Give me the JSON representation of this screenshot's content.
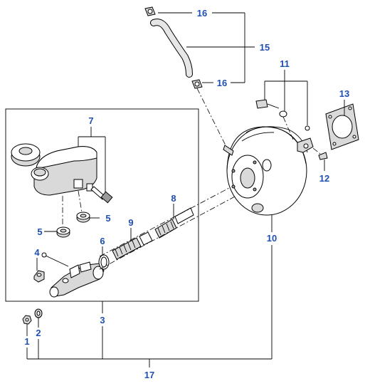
{
  "labels": {
    "n1": "1",
    "n2": "2",
    "n3": "3",
    "n4": "4",
    "n5a": "5",
    "n5b": "5",
    "n6": "6",
    "n7": "7",
    "n8": "8",
    "n9": "9",
    "n10": "10",
    "n11": "11",
    "n12": "12",
    "n13": "13",
    "n15": "15",
    "n16a": "16",
    "n16b": "16",
    "n17": "17"
  },
  "colors": {
    "callout": "#1f4fb0",
    "line": "#000000"
  }
}
